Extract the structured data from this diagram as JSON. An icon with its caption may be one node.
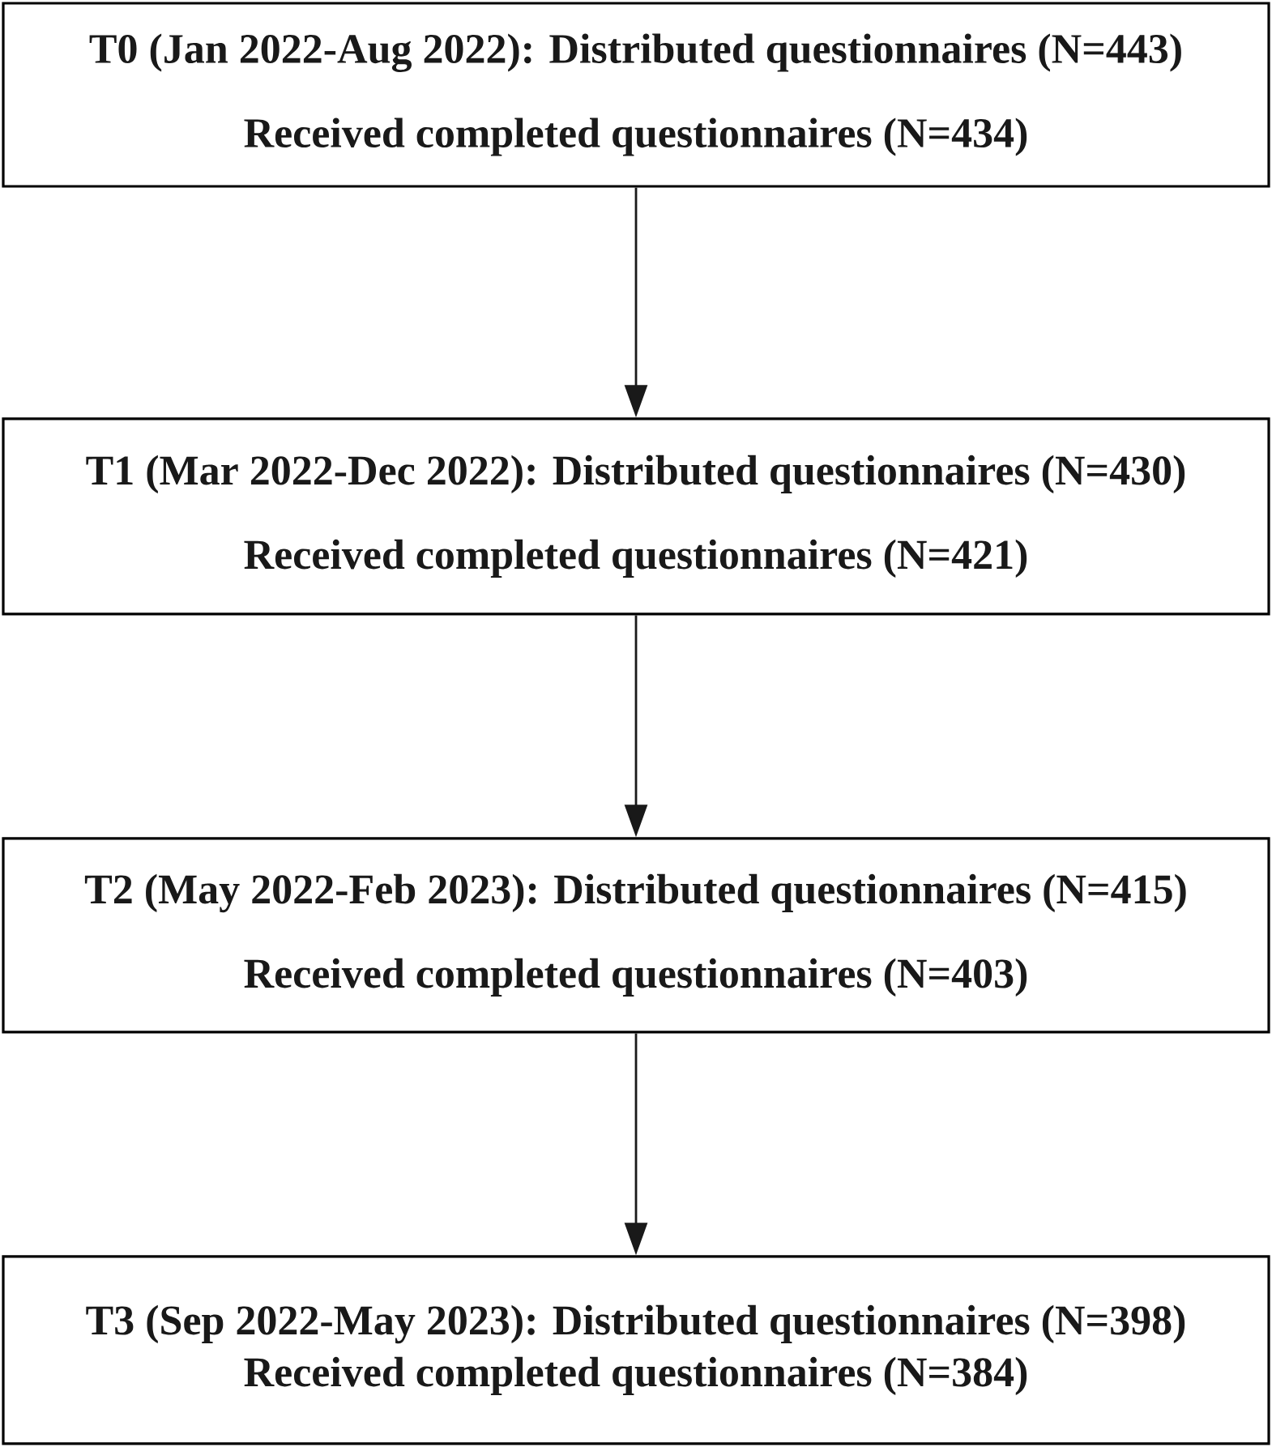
{
  "diagram": {
    "nodes": [
      {
        "text": [
          "T0 (Jan 2022-Aug 2022): Distributed questionnaires (N=443)",
          "Received completed questionnaires (N=434)"
        ]
      },
      {
        "text": [
          "T1 (Mar 2022-Dec 2022): Distributed questionnaires (N=430)",
          "Received completed questionnaires (N=421)"
        ]
      },
      {
        "text": [
          "T2 (May 2022-Feb 2023): Distributed questionnaires (N=415)",
          "Received completed questionnaires (N=403)"
        ]
      },
      {
        "text": [
          "T3 (Sep 2022-May 2023): Distributed questionnaires (N=398)",
          "Received completed questionnaires (N=384)"
        ]
      }
    ],
    "edges": [
      {
        "from": 0,
        "to": 1,
        "arrow": "to"
      },
      {
        "from": 1,
        "to": 2,
        "arrow": "to"
      },
      {
        "from": 2,
        "to": 3,
        "arrow": "to"
      }
    ]
  }
}
